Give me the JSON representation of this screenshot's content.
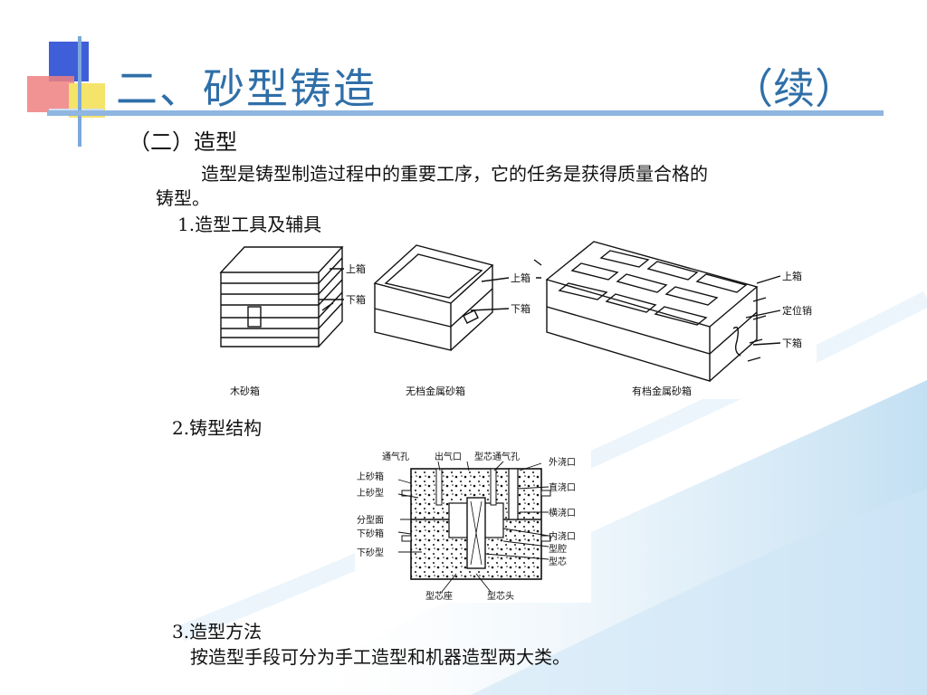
{
  "slide": {
    "title": "二、砂型铸造",
    "title_suffix": "（续）",
    "section": "（二）造型",
    "intro_line1": "造型是铸型制造过程中的重要工序，它的任务是获得质量合格的",
    "intro_line2": "铸型。",
    "item1": "1.造型工具及辅具",
    "item2": "2.铸型结构",
    "item3": "3.造型方法",
    "item3_text": "按造型手段可分为手工造型和机器造型两大类。"
  },
  "flask_figure": {
    "upper": "上箱",
    "lower": "下箱",
    "pin": "定位销",
    "caption_wood": "木砂箱",
    "caption_plain": "无档金属砂箱",
    "caption_ribbed": "有档金属砂箱"
  },
  "mold_figure": {
    "vent_hole": "通气孔",
    "riser": "出气口",
    "core_vent": "型芯通气孔",
    "pouring_cup": "外浇口",
    "sprue": "直浇口",
    "runner": "横浇口",
    "ingate": "内浇口",
    "cavity": "型腔",
    "core": "型芯",
    "upper_flask": "上砂箱",
    "upper_mold": "上砂型",
    "parting": "分型面",
    "lower_flask": "下砂箱",
    "lower_mold": "下砂型",
    "core_seat": "型芯座",
    "core_print": "型芯头"
  }
}
